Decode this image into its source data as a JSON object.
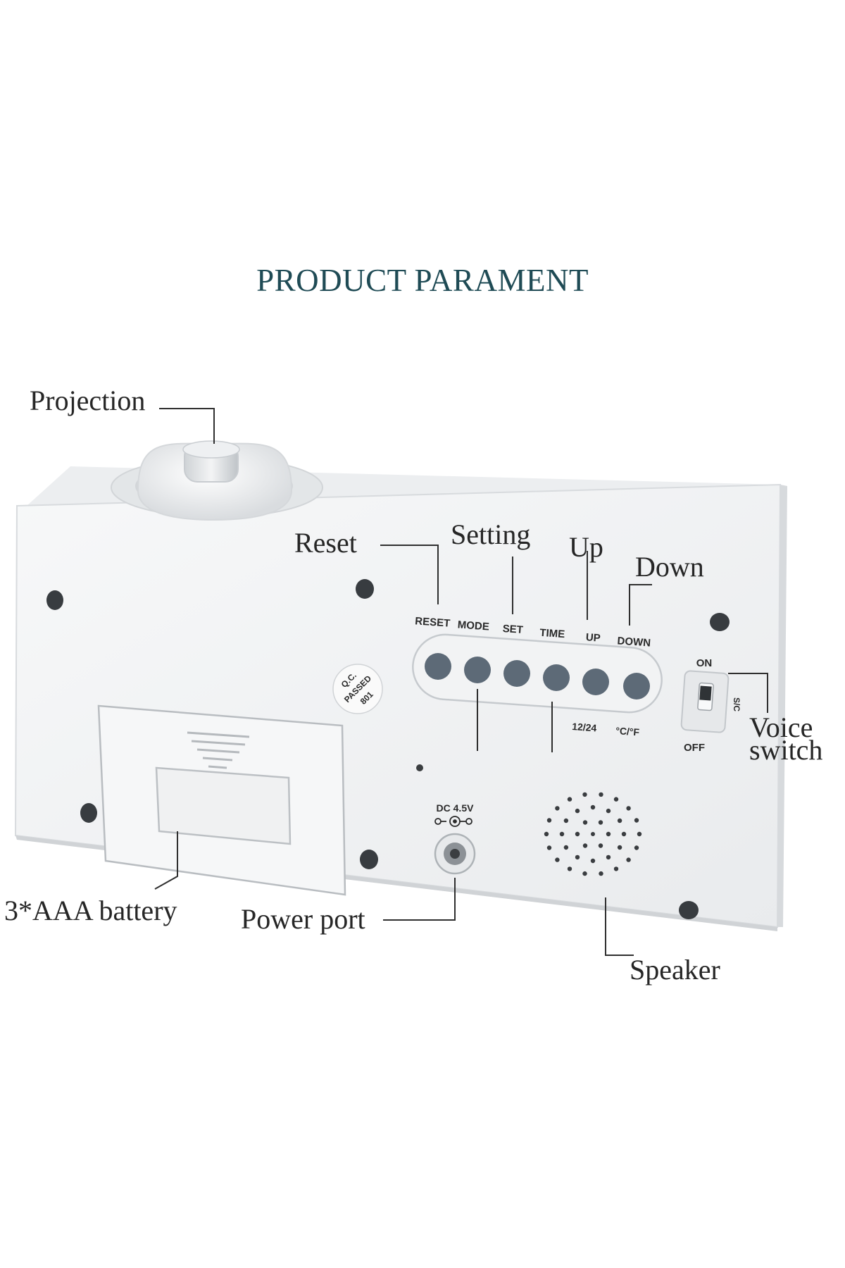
{
  "heading": "PRODUCT PARAMENT",
  "callouts": {
    "projection": "Projection",
    "reset": "Reset",
    "setting": "Setting",
    "up": "Up",
    "down": "Down",
    "voice_switch_line1": "Voice",
    "voice_switch_line2": "switch",
    "battery": "3*AAA battery",
    "power_port": "Power port",
    "speaker": "Speaker"
  },
  "panel": {
    "buttons": [
      "RESET",
      "MODE",
      "SET",
      "TIME",
      "UP",
      "DOWN"
    ],
    "sub_label_left": "12/24",
    "sub_label_right": "°C/°F",
    "switch_on": "ON",
    "switch_off": "OFF",
    "switch_side": "S/C",
    "dc_label": "DC 4.5V",
    "qc_line1": "Q.C.",
    "qc_line2": "PASSED",
    "qc_line3": "801"
  },
  "colors": {
    "heading": "#1f4b55",
    "device_body": "#f4f5f6",
    "buttons": "#5d6a77"
  }
}
